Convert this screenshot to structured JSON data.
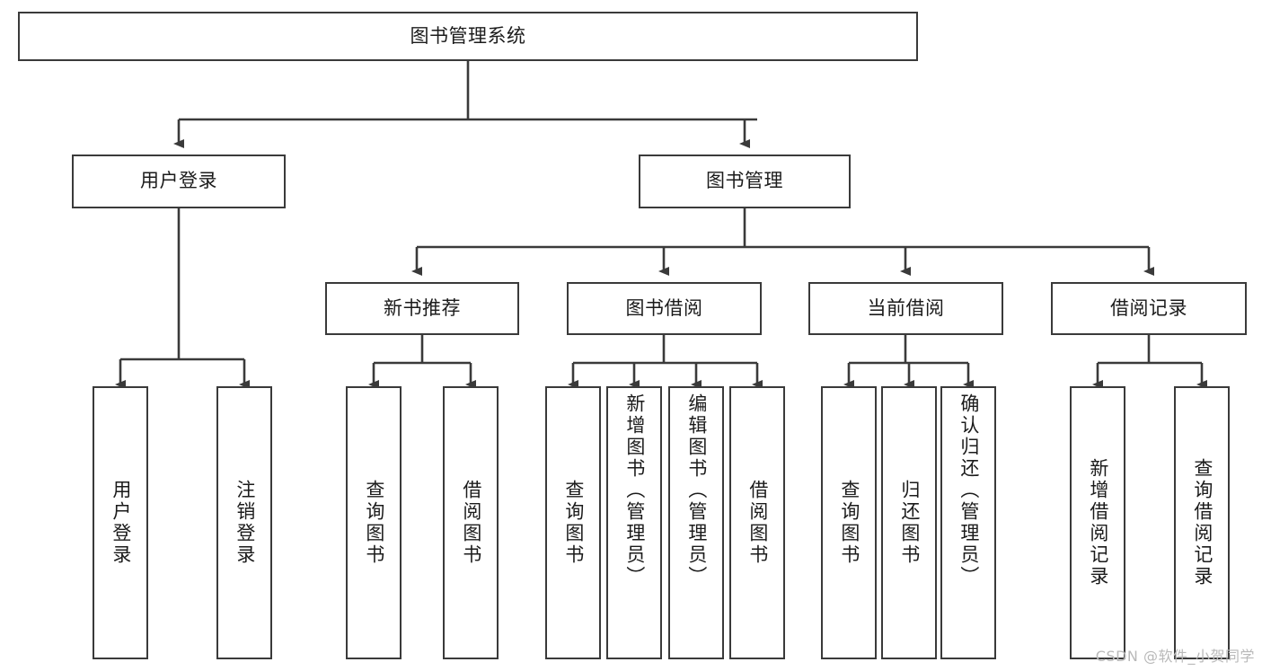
{
  "diagram": {
    "title": "图书管理系统",
    "type": "tree",
    "background_color": "#ffffff",
    "line_color": "#3a3a3a",
    "text_color": "#1b1b1b",
    "watermark": "CSDN @软件_小贺同学"
  },
  "nodes": {
    "root": {
      "label": "图书管理系统"
    },
    "level2": [
      {
        "id": "user-login",
        "label": "用户登录"
      },
      {
        "id": "book-manage",
        "label": "图书管理"
      }
    ],
    "level3": [
      {
        "id": "new-book-recommend",
        "label": "新书推荐"
      },
      {
        "id": "book-borrow",
        "label": "图书借阅"
      },
      {
        "id": "current-borrow",
        "label": "当前借阅"
      },
      {
        "id": "borrow-record",
        "label": "借阅记录"
      }
    ],
    "leaves": {
      "user_login": [
        {
          "id": "leaf-user-login",
          "label": "用户登录"
        },
        {
          "id": "leaf-logout",
          "label": "注销登录"
        }
      ],
      "new_book_recommend": [
        {
          "id": "leaf-query-book-1",
          "label": "查询图书"
        },
        {
          "id": "leaf-borrow-book-1",
          "label": "借阅图书"
        }
      ],
      "book_borrow": [
        {
          "id": "leaf-query-book-2",
          "label": "查询图书"
        },
        {
          "id": "leaf-add-book",
          "label": "新增图书（管理员）"
        },
        {
          "id": "leaf-edit-book",
          "label": "编辑图书（管理员）"
        },
        {
          "id": "leaf-borrow-book-2",
          "label": "借阅图书"
        }
      ],
      "current_borrow": [
        {
          "id": "leaf-query-book-3",
          "label": "查询图书"
        },
        {
          "id": "leaf-return-book",
          "label": "归还图书"
        },
        {
          "id": "leaf-confirm-return",
          "label": "确认归还（管理员）"
        }
      ],
      "borrow_record": [
        {
          "id": "leaf-add-record",
          "label": "新增借阅记录"
        },
        {
          "id": "leaf-query-record",
          "label": "查询借阅记录"
        }
      ]
    }
  }
}
